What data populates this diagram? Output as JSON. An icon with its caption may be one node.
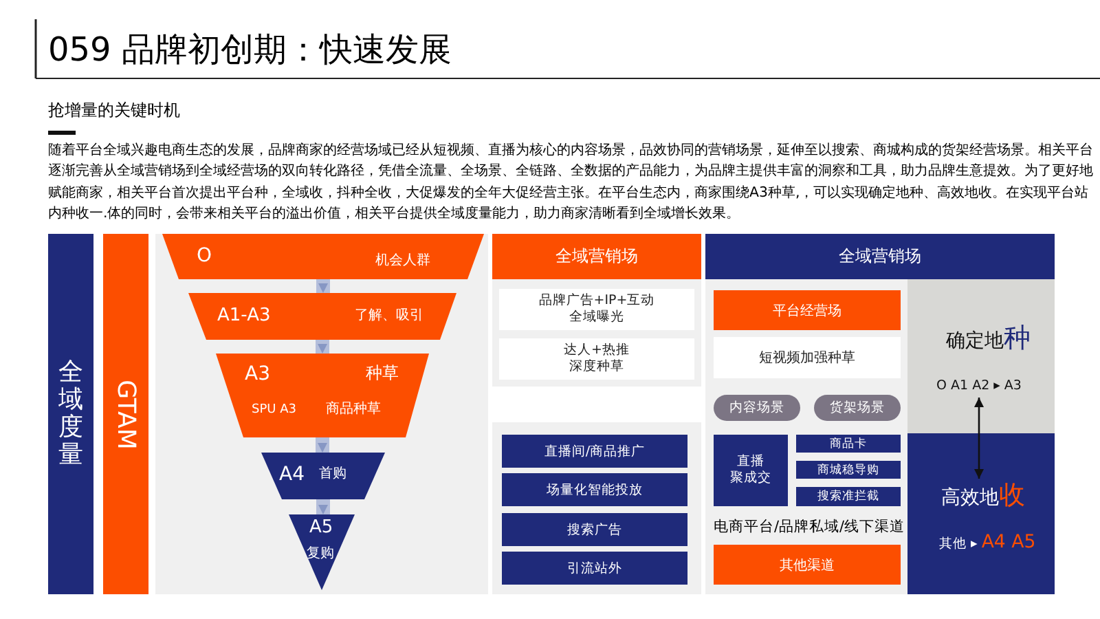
{
  "diagram": {
    "title": "059 品牌初创期：快速发展",
    "nodes": [
      {
        "text": [
          "全域度量"
        ]
      },
      {
        "text": [
          "GTAM"
        ]
      },
      {
        "text": [
          "O",
          "机会人群"
        ]
      },
      {
        "text": [
          "A1-A3",
          "了解、吸引"
        ]
      },
      {
        "text": [
          "A3",
          "种草",
          "SPU A3",
          "商品种草"
        ]
      },
      {
        "text": [
          "A4",
          "首购"
        ]
      },
      {
        "text": [
          "A5",
          "复购"
        ]
      },
      {
        "text": [
          "全域营销场"
        ]
      },
      {
        "text": [
          "品牌广告+IP+互动",
          "全域曝光"
        ]
      },
      {
        "text": [
          "达人+热推",
          "深度种草"
        ]
      },
      {
        "text": [
          "直播间/商品推广"
        ]
      },
      {
        "text": [
          "场量化智能投放"
        ]
      },
      {
        "text": [
          "搜索广告"
        ]
      },
      {
        "text": [
          "引流站外"
        ]
      },
      {
        "text": [
          "全域营销场"
        ]
      },
      {
        "text": [
          "平台经营场"
        ]
      },
      {
        "text": [
          "短视频加强种草"
        ]
      },
      {
        "text": [
          "内容场景"
        ]
      },
      {
        "text": [
          "货架场景"
        ]
      },
      {
        "text": [
          "直播",
          "聚成交"
        ]
      },
      {
        "text": [
          "商品卡"
        ]
      },
      {
        "text": [
          "商城稳导购"
        ]
      },
      {
        "text": [
          "搜索准拦截"
        ]
      },
      {
        "text": [
          "其他渠道"
        ]
      },
      {
        "text": [
          "确定地**种**"
        ]
      },
      {
        "text": [
          "O A1 A2 ▸ A3"
        ],
        "in": 24
      },
      {
        "text": [
          "其他 ▸ **A4 A5**"
        ]
      },
      {
        "text": [
          "高效地**收**"
        ],
        "in": 26
      }
    ],
    "edges": [
      {
        "from": 2,
        "to": 3,
        "arrow": "to"
      },
      {
        "from": 3,
        "to": 4,
        "arrow": "to"
      },
      {
        "from": 4,
        "to": 5,
        "arrow": "to"
      },
      {
        "from": 5,
        "to": 6,
        "arrow": "to"
      },
      {
        "from": 25,
        "to": 27,
        "arrow": "both",
        "color": "#111111"
      }
    ],
    "labels": [
      "抢增量的关键时机",
      "随着平台全域兴趣电商生态的发展，品牌商家的经营场域已经从短视频、直播为核心的内容场景，品效协同的营销场景，延伸至以搜索、商城构成的货架经营场景。相关平台逐渐完善从全域营销场到全域经营场的双向转化路径，凭借全流量、全场景、全链路、全数据的产品能力，为品牌主提供丰富的洞察和工具，助力品牌生意提效。为了更好地赋能商家，相关平台首次提出平台种，全域收，抖种全收，大促爆发的全年大促经营主张。在平台生态内，商家围绕A3种草,，可以实现确定地种、高效地收。在实现平台站内种收一.体的同时，会带来相关平台的溢出价值，相关平台提供全域度量能力，助力商家清晰看到全域增长效果。",
      "电商平台/品牌私域/线下渠道"
    ]
  }
}
